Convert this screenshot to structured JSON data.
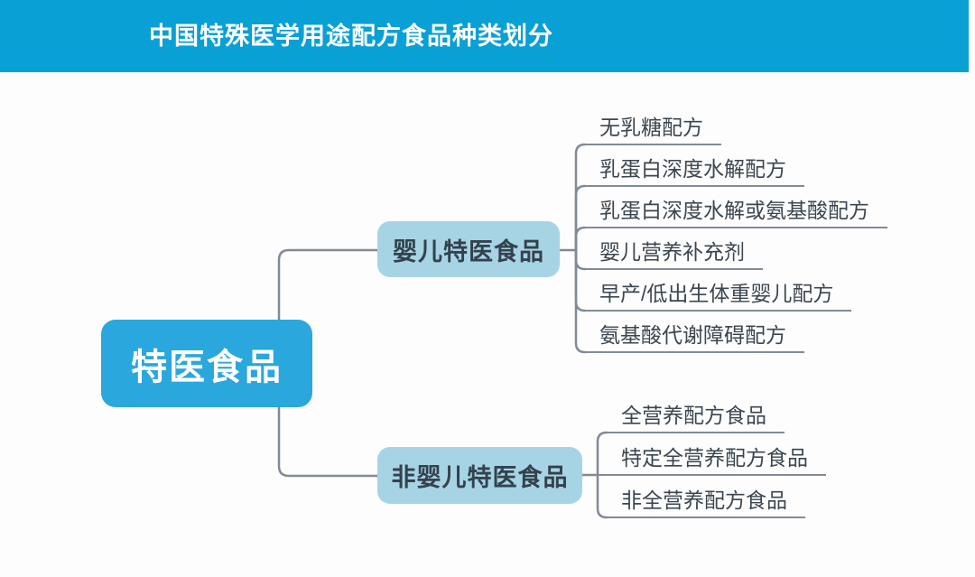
{
  "header": {
    "title": "中国特殊医学用途配方食品种类划分",
    "bg_color": "#08A0D5",
    "text_color": "#FFFFFF"
  },
  "mindmap": {
    "root": {
      "label": "特医食品",
      "fill": "#2AA7DC",
      "text_color": "#FFFFFF"
    },
    "branches": [
      {
        "label": "婴儿特医食品",
        "fill": "#A7D4E4",
        "children": [
          "无乳糖配方",
          "乳蛋白深度水解配方",
          "乳蛋白深度水解或氨基酸配方",
          "婴儿营养补充剂",
          "早产/低出生体重婴儿配方",
          "氨基酸代谢障碍配方"
        ]
      },
      {
        "label": "非婴儿特医食品",
        "fill": "#A7D4E4",
        "children": [
          "全营养配方食品",
          "特定全营养配方食品",
          "非全营养配方食品"
        ]
      }
    ],
    "line_color": "#828A96"
  }
}
